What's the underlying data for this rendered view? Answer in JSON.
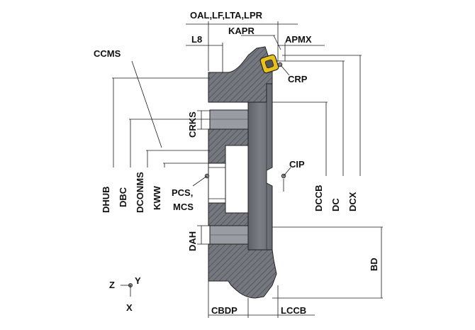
{
  "labels": {
    "oal": "OAL,LF,LTA,LPR",
    "kapr": "KAPR",
    "apmx": "APMX",
    "l8": "L8",
    "ccms": "CCMS",
    "crp": "CRP",
    "crks": "CRKS",
    "cip": "CIP",
    "pcs": "PCS,",
    "mcs": "MCS",
    "dah": "DAH",
    "dhub": "DHUB",
    "dbc": "DBC",
    "dconms": "DCONMS",
    "kww": "KWW",
    "dccb": "DCCB",
    "dc": "DC",
    "dcx": "DCX",
    "bd": "BD",
    "cbdp": "CBDP",
    "lccb": "LCCB",
    "axis_z": "Z",
    "axis_y": "Y",
    "axis_x": "X"
  },
  "colors": {
    "body": "#6e7078",
    "body_light": "#8c8e96",
    "hatch": "#4d4f56",
    "insert": "#e8c21a",
    "line": "#1a1a1a"
  }
}
